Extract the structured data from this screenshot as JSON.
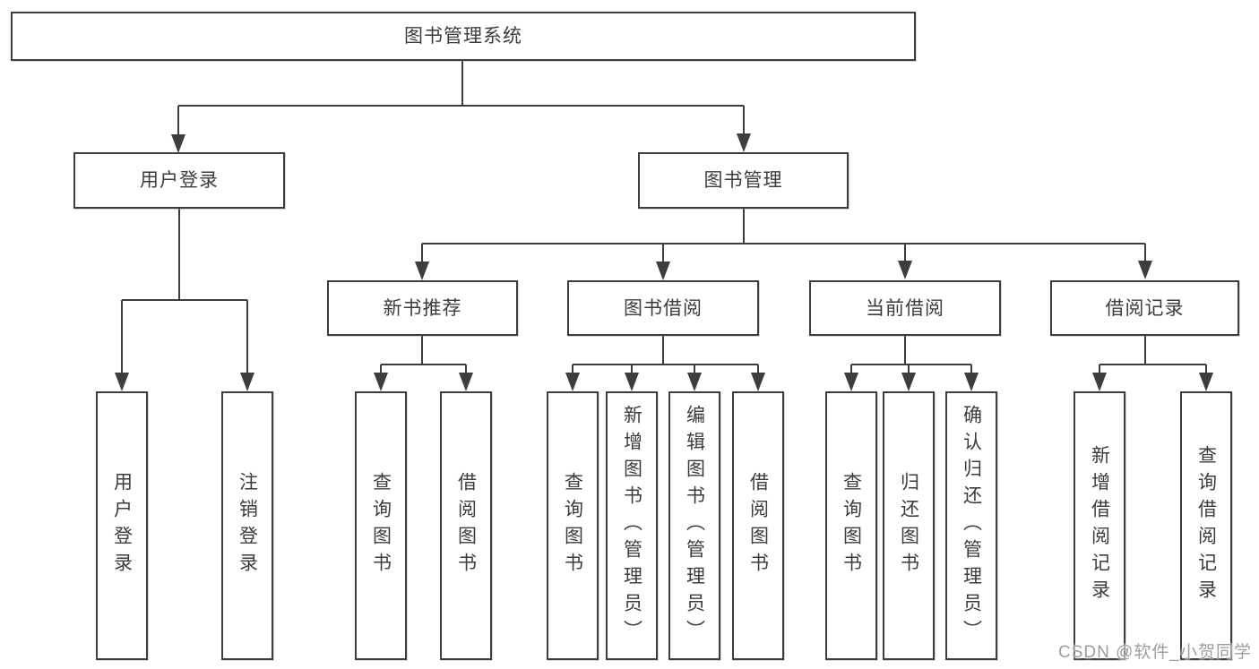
{
  "page": {
    "background": "#ffffff",
    "line_color": "#3d3d3d",
    "text_color": "#3c3c3c",
    "watermark_color": "#9e9e9e"
  },
  "watermark": "CSDN @软件_小贺同学",
  "diagram": {
    "root": "图书管理系统",
    "level2": {
      "user_login": "用户登录",
      "book_mgmt": "图书管理"
    },
    "level3": {
      "new_book_rec": "新书推荐",
      "book_borrowing": "图书借阅",
      "current_borrowing": "当前借阅",
      "borrowing_records": "借阅记录"
    },
    "leaves": {
      "user_login": [
        "用户登录",
        "注销登录"
      ],
      "new_book_rec": [
        "查询图书",
        "借阅图书"
      ],
      "book_borrowing": [
        "查询图书",
        "新增图书（管理员）",
        "编辑图书（管理员）",
        "借阅图书"
      ],
      "current_borrowing": [
        "查询图书",
        "归还图书",
        "确认归还（管理员）"
      ],
      "borrowing_records": [
        "新增借阅记录",
        "查询借阅记录"
      ]
    }
  }
}
